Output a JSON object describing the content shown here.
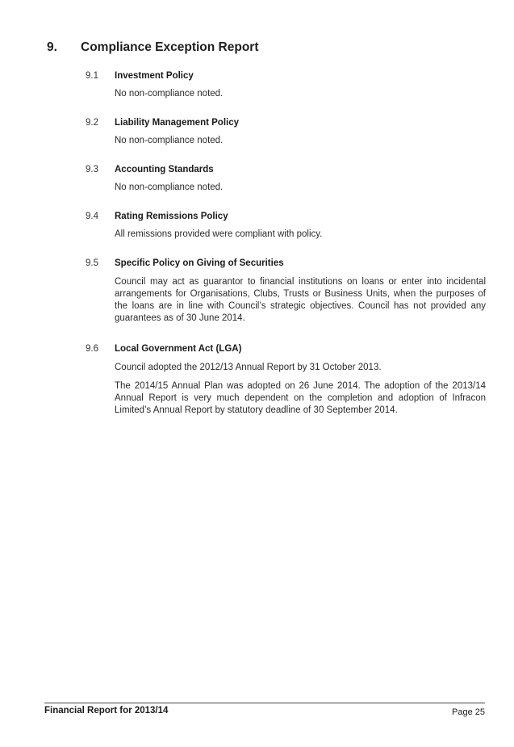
{
  "heading": {
    "number": "9.",
    "title": "Compliance Exception Report"
  },
  "sections": [
    {
      "number": "9.1",
      "title": "Investment Policy",
      "paragraphs": [
        "No non-compliance noted."
      ]
    },
    {
      "number": "9.2",
      "title": "Liability Management Policy",
      "paragraphs": [
        "No non-compliance noted."
      ]
    },
    {
      "number": "9.3",
      "title": "Accounting Standards",
      "paragraphs": [
        "No non-compliance noted."
      ]
    },
    {
      "number": "9.4",
      "title": "Rating Remissions Policy",
      "paragraphs": [
        "All remissions provided were compliant with policy."
      ]
    },
    {
      "number": "9.5",
      "title": "Specific Policy on Giving of Securities",
      "paragraphs": [
        "Council may act as guarantor to financial institutions on loans or enter into incidental arrangements for Organisations, Clubs, Trusts or Business Units, when the purposes of the loans are in line with Council’s strategic objectives.  Council has not provided any guarantees as of 30 June 2014."
      ]
    },
    {
      "number": "9.6",
      "title": "Local Government Act (LGA)",
      "paragraphs": [
        "Council adopted the 2012/13 Annual Report by 31 October 2013.",
        "The 2014/15 Annual Plan was adopted on 26 June 2014.  The adoption of the 2013/14 Annual Report is very much dependent on the completion and adoption of Infracon Limited’s Annual Report by statutory deadline of 30 September 2014."
      ]
    }
  ],
  "footer": {
    "left": "Financial Report for 2013/14",
    "right": "Page 25"
  }
}
